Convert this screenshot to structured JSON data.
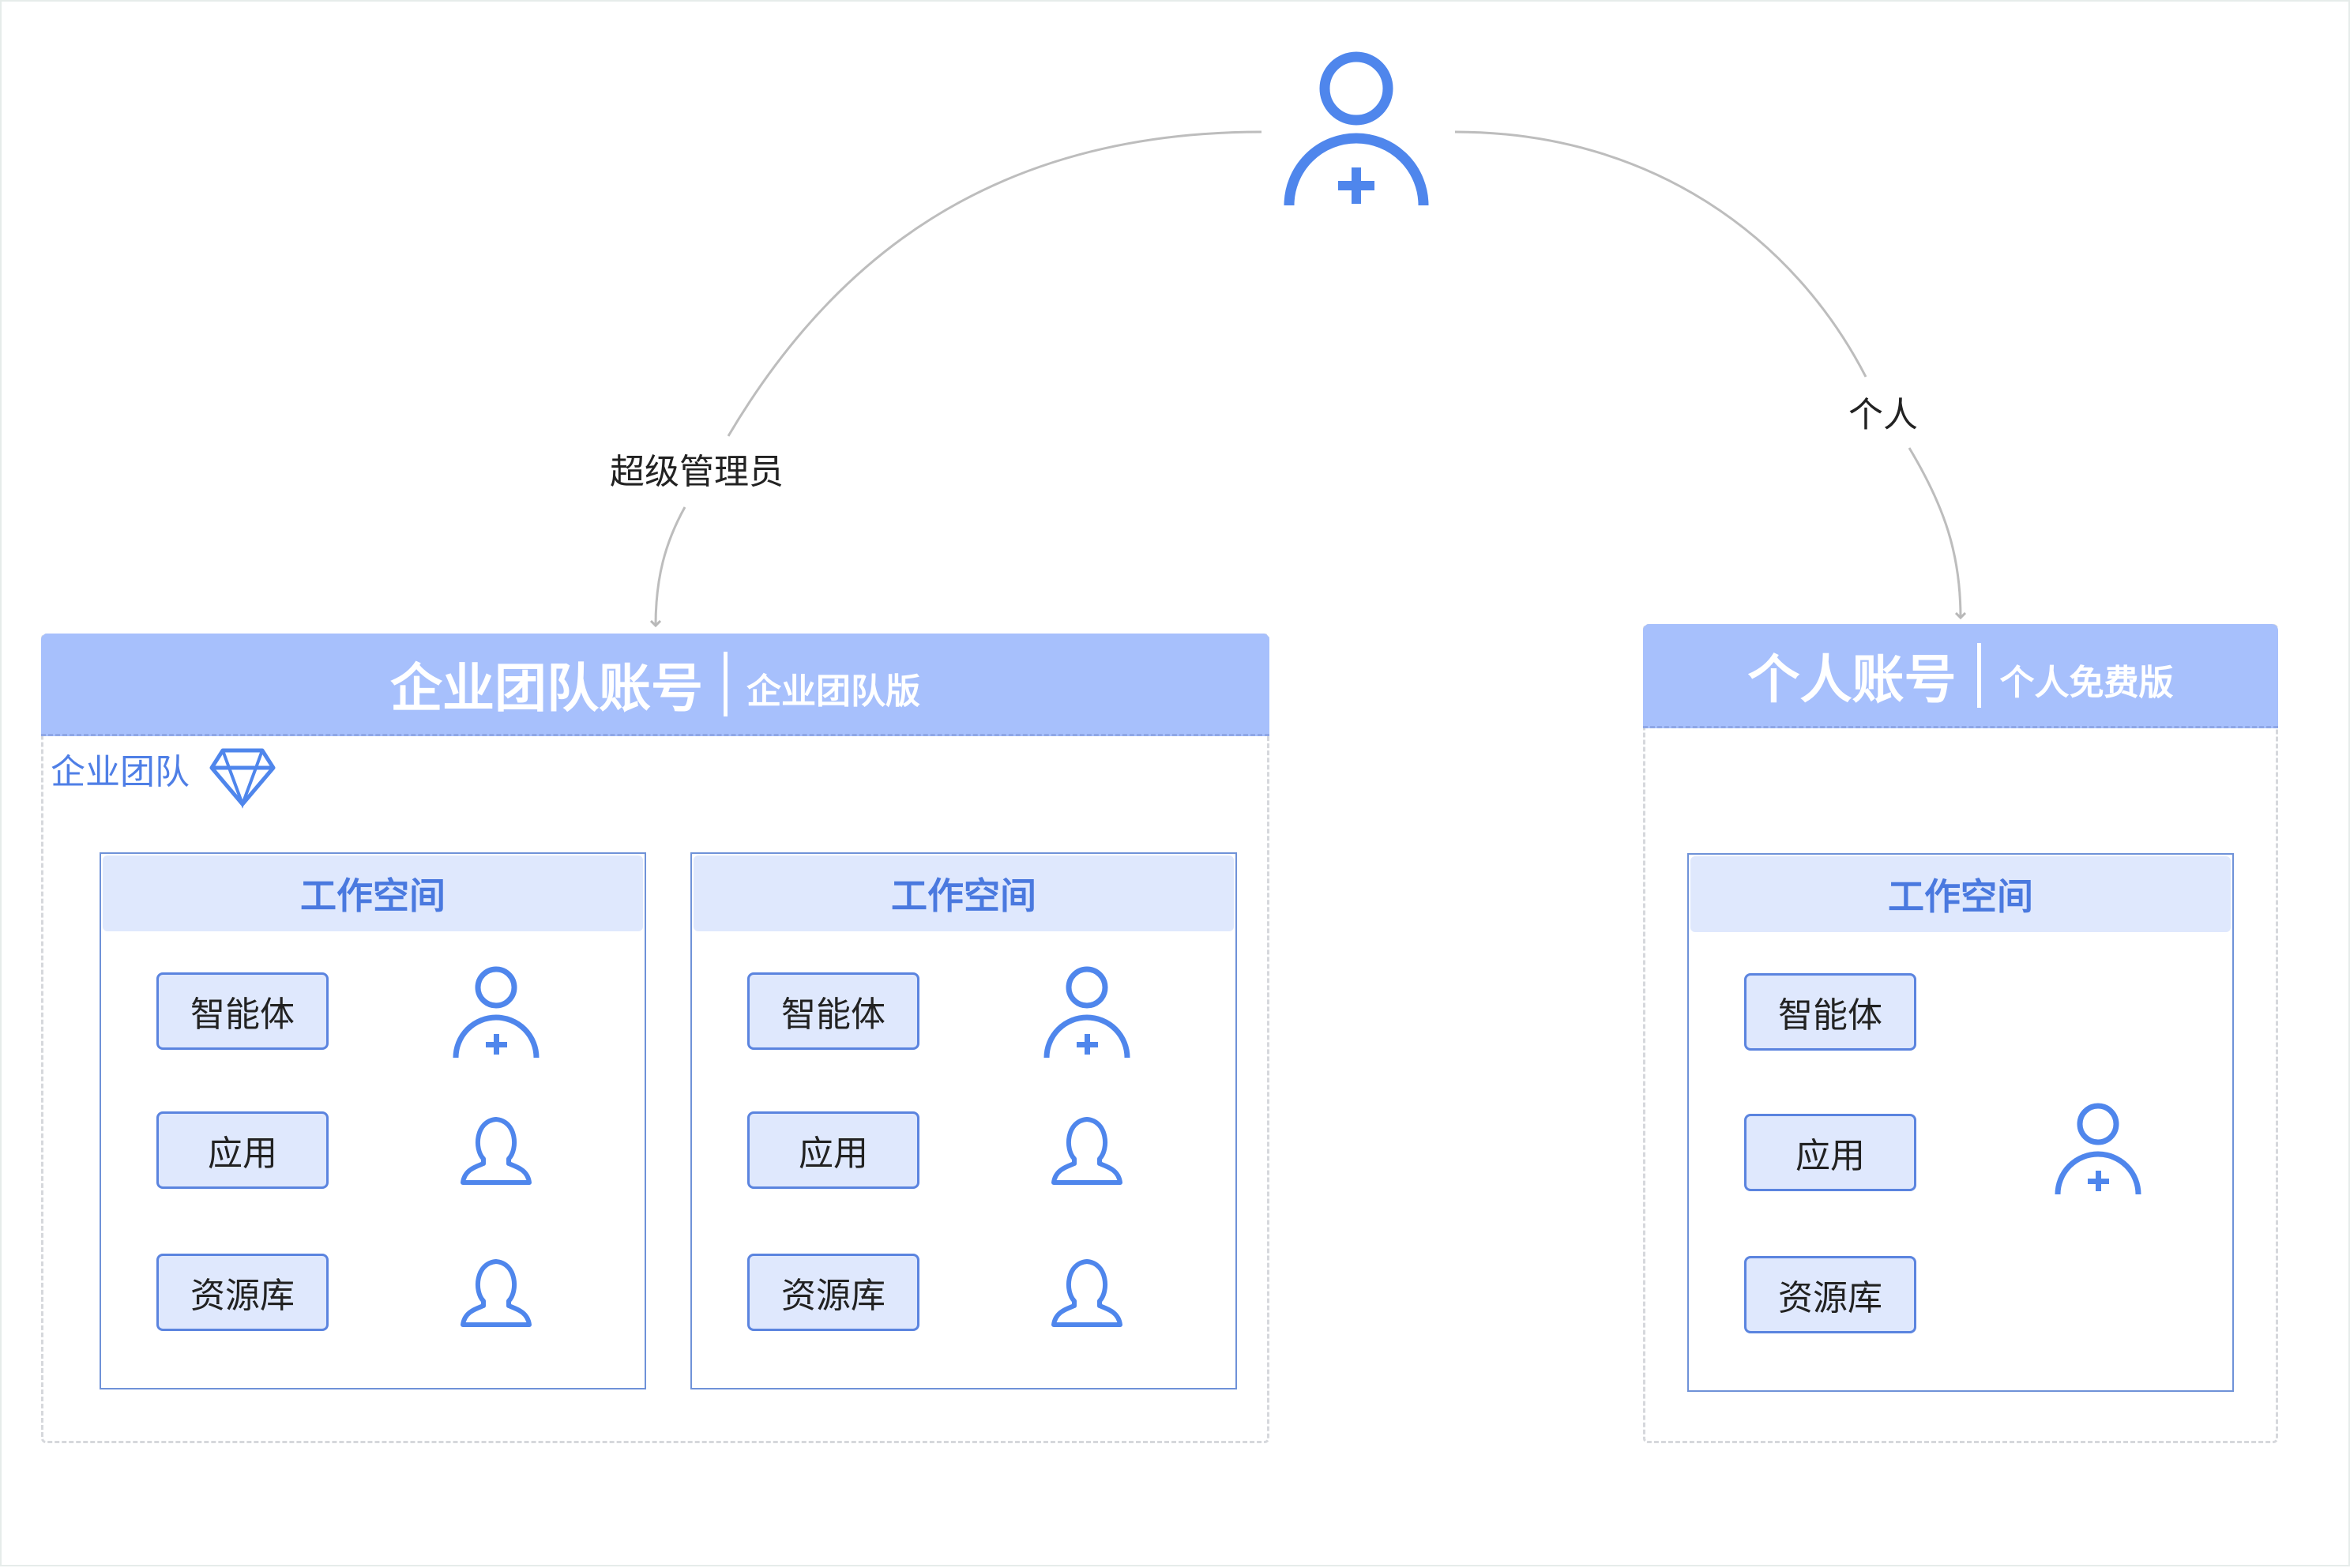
{
  "colors": {
    "accent": "#4f86ec",
    "header_fill": "#a7c0fc",
    "workspace_head_fill": "#dfe8fd",
    "chip_border": "#5b84df",
    "connector": "#b8b8b8"
  },
  "root_user": {
    "icon": "admin-user-icon"
  },
  "edges": {
    "to_enterprise": "超级管理员",
    "to_personal": "个人"
  },
  "enterprise_account": {
    "title": "企业团队账号",
    "edition": "企业团队版",
    "team_label": "企业团队",
    "team_icon": "diamond-icon",
    "workspaces": [
      {
        "title": "工作空间",
        "items": [
          "智能体",
          "应用",
          "资源库"
        ],
        "members": [
          "admin-user-icon",
          "member-user-icon",
          "member-user-icon"
        ]
      },
      {
        "title": "工作空间",
        "items": [
          "智能体",
          "应用",
          "资源库"
        ],
        "members": [
          "admin-user-icon",
          "member-user-icon",
          "member-user-icon"
        ]
      }
    ]
  },
  "personal_account": {
    "title": "个人账号",
    "edition": "个人免费版",
    "workspace": {
      "title": "工作空间",
      "items": [
        "智能体",
        "应用",
        "资源库"
      ],
      "members": [
        "admin-user-icon"
      ]
    }
  }
}
